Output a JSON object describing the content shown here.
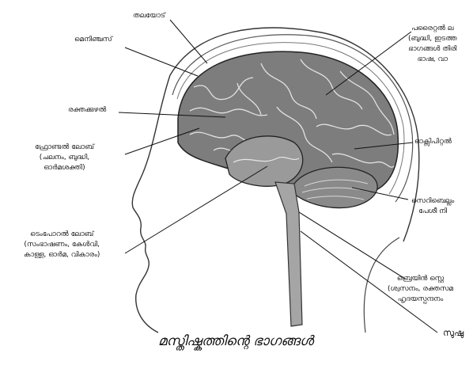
{
  "caption": "മസ്തിഷ്കത്തിന്റെ ഭാഗങ്ങൾ",
  "labels": {
    "skull": "തലയോട്",
    "meninges": "മെനിഞ്ചസ്",
    "blood_vessel": "രക്തക്കുഴൽ",
    "frontal_lobe": [
      "ഫ്രോണ്ടൽ ലോബ്",
      "(ചലനം, ബുദ്ധി,",
      "ഓർമശക്തി)"
    ],
    "temporal_lobe": [
      "ടെംപോറൽ ലോബ്",
      "(സംഭാഷണം, കേൾവി,",
      "കാള്ള, ഓർമ, വികാരം)"
    ],
    "parietal_lobe": [
      "പരൈറ്റൽ ല",
      "(ബുദ്ധി, ഇടത്ത",
      "ഭാഗങ്ങൾ തിരി",
      "ഭാഷ, വാ"
    ],
    "occipital_lobe": "ഓക്സിപിറ്റൽ",
    "cerebellum": [
      "സെറിബെല്ലം",
      "പേശീ നി"
    ],
    "brain_stem": [
      "ബ്രെയിൻ സ്റ്റെ",
      "(ശ്വസനം, രക്തസമ",
      "ഹൃദയസ്പന്ദനം"
    ],
    "spinal_cord": "സുഷു"
  }
}
